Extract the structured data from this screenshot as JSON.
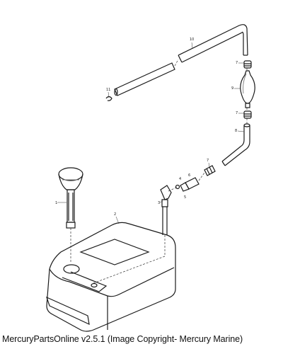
{
  "callouts": {
    "c1": "1",
    "c2": "2",
    "c3": "3",
    "c4": "4",
    "c5": "5",
    "c6": "6",
    "c7a": "7",
    "c7b": "7",
    "c7c": "7",
    "c8": "8",
    "c9": "9",
    "c10": "10",
    "c11": "11"
  },
  "footer_text": "MercuryPartsOnline v2.5.1 (Image Copyright- Mercury Marine)"
}
